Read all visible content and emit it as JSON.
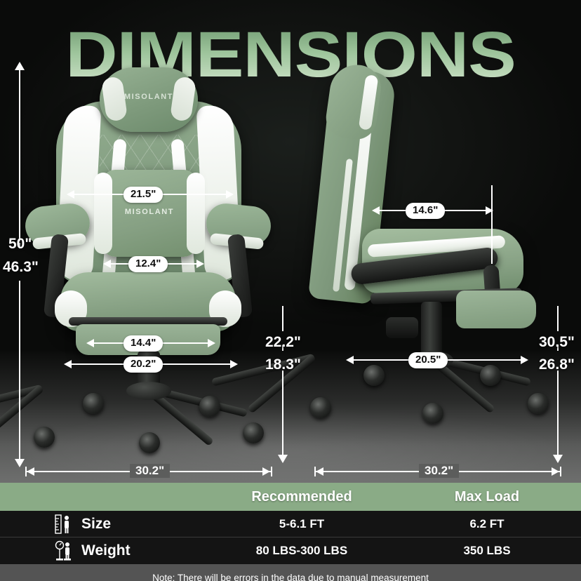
{
  "title": "DIMENSIONS",
  "brand": "MISOLANT",
  "colors": {
    "chair_green": "#829c80",
    "header_green": "#8aab86",
    "note_gray": "#545454",
    "background": "#0a0b0a",
    "dimension_line": "#ffffff"
  },
  "front_view": {
    "name": "front-view-chair",
    "dimensions": {
      "backrest_width": "21.5\"",
      "lumbar_width": "12.4\"",
      "seat_width": "14.4\"",
      "seat_outer_width": "20.2\"",
      "total_height_max": "50\"",
      "total_height_min": "46.3\"",
      "seat_height_max": "22.2\"",
      "seat_height_min": "18.3\"",
      "base_width": "30.2\""
    }
  },
  "side_view": {
    "name": "side-view-chair",
    "dimensions": {
      "armrest_depth": "14.6\"",
      "seat_depth": "20.5\"",
      "back_height_max": "30.5\"",
      "back_height_min": "26.8\"",
      "base_depth": "30.2\""
    }
  },
  "spec_table": {
    "columns": [
      "",
      "Recommended",
      "Max Load"
    ],
    "rows": [
      {
        "icon": "height-ruler-person-icon",
        "label": "Size",
        "recommended": "5-6.1 FT",
        "max_load": "6.2 FT"
      },
      {
        "icon": "weight-scale-person-icon",
        "label": "Weight",
        "recommended": "80 LBS-300 LBS",
        "max_load": "350 LBS"
      }
    ],
    "note": "Note: There will be errors in the data due to manual measurement"
  }
}
